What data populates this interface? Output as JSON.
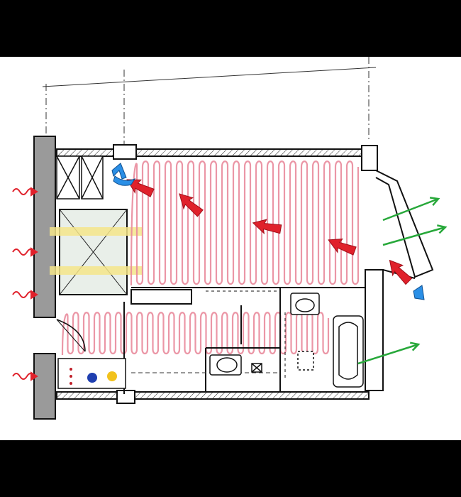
{
  "diagram": {
    "kind": "hand-drawn floor plan: heating and ventilation scheme",
    "colors": {
      "background": "#ffffff",
      "frame": "#000000",
      "ink": "#111111",
      "wall_fill": "#9a9a9a",
      "heating_coil": "#e98b9c",
      "warm_air_arrow": "#e0212b",
      "cool_air_arrow": "#2a8fe6",
      "exhaust_arrow": "#27a83a",
      "heat_loss_arrow": "#e0212b",
      "skylight_band": "#f5e58a",
      "fixture_blue": "#1f3fb0",
      "fixture_yellow": "#f2c21c",
      "fixture_red": "#c0202a"
    },
    "icons": [
      "heat-loss-wave-arrow",
      "warm-air-arrow",
      "cool-air-arrow",
      "exhaust-arrow",
      "heating-coil",
      "skylight",
      "washbasin",
      "bathtub",
      "toilet",
      "shower-drain"
    ]
  }
}
